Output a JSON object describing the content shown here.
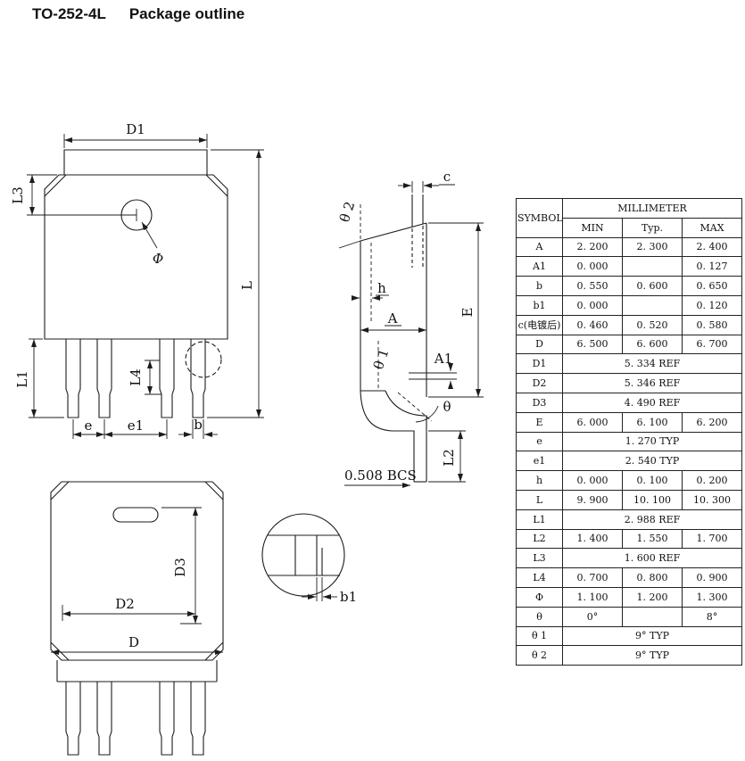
{
  "page": {
    "title": {
      "code": "TO-252-4L",
      "text": "Package outline"
    }
  },
  "drawing": {
    "front": {
      "d1": "D1",
      "l3": "L3",
      "phi": "Φ",
      "l": "L",
      "l1": "L1",
      "l4": "L4",
      "e": "e",
      "e1": "e1",
      "b": "b"
    },
    "side": {
      "c": "c",
      "theta2": "θ 2",
      "h": "h",
      "a": "A",
      "theta1": "θ 1",
      "a1": "A1",
      "theta": "θ",
      "e_width": "E",
      "l2": "L2",
      "bcs": "0.508 BCS"
    },
    "bottom": {
      "d3": "D3",
      "d2": "D2",
      "d": "D"
    },
    "detail": {
      "b1": "b1"
    }
  },
  "table": {
    "header": {
      "symbol": "SYMBOL",
      "unit": "MILLIMETER",
      "min": "MIN",
      "typ": "Typ.",
      "max": "MAX"
    },
    "rows": [
      {
        "symbol": "A",
        "min": "2. 200",
        "typ": "2. 300",
        "max": "2. 400"
      },
      {
        "symbol": "A1",
        "min": "0. 000",
        "typ": "",
        "max": "0. 127"
      },
      {
        "symbol": "b",
        "min": "0. 550",
        "typ": "0. 600",
        "max": "0. 650"
      },
      {
        "symbol": "b1",
        "min": "0. 000",
        "typ": "",
        "max": "0. 120"
      },
      {
        "symbol": "c(电镀后)",
        "min": "0. 460",
        "typ": "0. 520",
        "max": "0. 580"
      },
      {
        "symbol": "D",
        "min": "6. 500",
        "typ": "6. 600",
        "max": "6. 700"
      },
      {
        "symbol": "D1",
        "span": "5. 334 REF"
      },
      {
        "symbol": "D2",
        "span": "5. 346 REF"
      },
      {
        "symbol": "D3",
        "span": "4. 490 REF"
      },
      {
        "symbol": "E",
        "min": "6. 000",
        "typ": "6. 100",
        "max": "6. 200"
      },
      {
        "symbol": "e",
        "span": "1. 270 TYP"
      },
      {
        "symbol": "e1",
        "span": "2. 540 TYP"
      },
      {
        "symbol": "h",
        "min": "0. 000",
        "typ": "0. 100",
        "max": "0. 200"
      },
      {
        "symbol": "L",
        "min": "9. 900",
        "typ": "10. 100",
        "max": "10. 300"
      },
      {
        "symbol": "L1",
        "span": "2. 988 REF"
      },
      {
        "symbol": "L2",
        "min": "1. 400",
        "typ": "1. 550",
        "max": "1. 700"
      },
      {
        "symbol": "L3",
        "span": "1. 600 REF"
      },
      {
        "symbol": "L4",
        "min": "0. 700",
        "typ": "0. 800",
        "max": "0. 900"
      },
      {
        "symbol": "Φ",
        "min": "1. 100",
        "typ": "1. 200",
        "max": "1. 300"
      },
      {
        "symbol": "θ",
        "min": "0°",
        "typ": "",
        "max": "8°"
      },
      {
        "symbol": "θ 1",
        "span": "9° TYP"
      },
      {
        "symbol": "θ 2",
        "span": "9° TYP"
      }
    ]
  }
}
